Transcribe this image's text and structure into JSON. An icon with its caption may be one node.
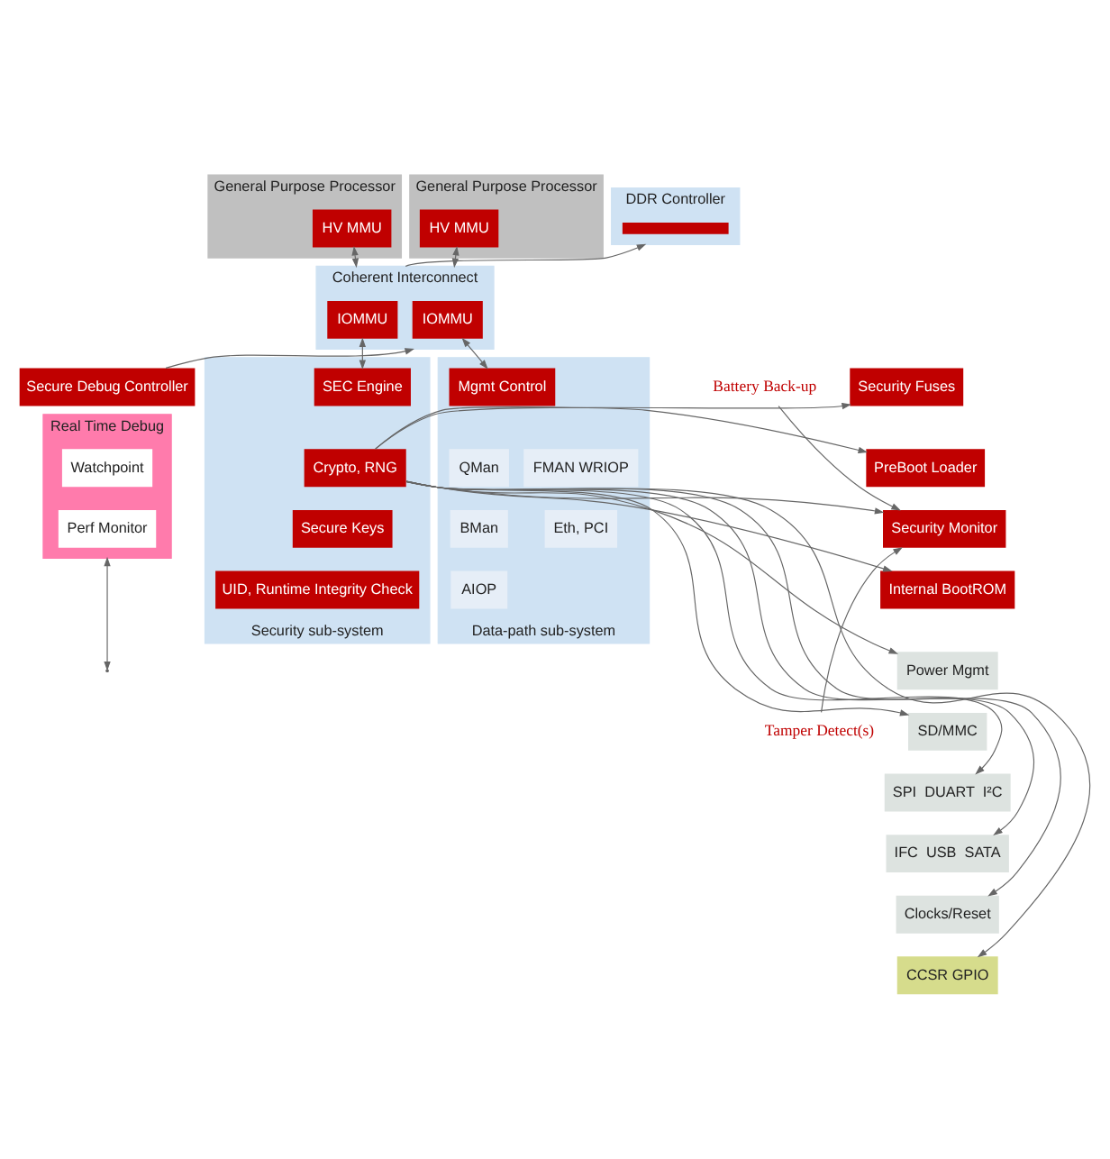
{
  "diagram": {
    "nodes": [
      {
        "text": [
          "General Purpose Processor"
        ]
      },
      {
        "text": [
          "HV MMU"
        ],
        "in": 0
      },
      {
        "text": [
          "General Purpose Processor"
        ]
      },
      {
        "text": [
          "HV MMU"
        ],
        "in": 2
      },
      {
        "text": [
          "DDR Controller"
        ]
      },
      {
        "text": [],
        "shape": "bar",
        "in": 4
      },
      {
        "text": [
          "Battery Back-up"
        ]
      },
      {
        "text": [
          "Coherent Interconnect"
        ]
      },
      {
        "text": [
          "IOMMU"
        ],
        "in": 7
      },
      {
        "text": [
          "IOMMU"
        ],
        "in": 7
      },
      {
        "text": [
          "Security Fuses"
        ]
      },
      {
        "text": [
          "PreBoot Loader"
        ]
      },
      {
        "text": [
          "Security Monitor"
        ]
      },
      {
        "text": [
          "Internal BootROM"
        ]
      },
      {
        "text": [
          "Power Mgmt"
        ]
      },
      {
        "text": [
          "SD/MMC"
        ]
      },
      {
        "text": [
          "Tamper Detect(s)"
        ]
      },
      {
        "text": [
          "SPI  DUART  I²C"
        ]
      },
      {
        "text": [
          "IFC  USB  SATA"
        ]
      },
      {
        "text": [
          "Clocks/Reset"
        ]
      },
      {
        "text": [
          "CCSR GPIO"
        ]
      },
      {
        "text": [
          "Security sub-system"
        ]
      },
      {
        "text": [
          "SEC Engine"
        ],
        "in": 21
      },
      {
        "text": [
          "Crypto, RNG"
        ],
        "in": 21
      },
      {
        "text": [
          "Secure Keys"
        ],
        "in": 21
      },
      {
        "text": [
          "UID, Runtime Integrity Check"
        ],
        "in": 21
      },
      {
        "text": [
          "Data-path sub-system"
        ]
      },
      {
        "text": [
          "Mgmt Control"
        ],
        "in": 26
      },
      {
        "text": [
          "QMan"
        ],
        "in": 26
      },
      {
        "text": [
          "FMAN WRIOP"
        ],
        "in": 26
      },
      {
        "text": [
          "BMan"
        ],
        "in": 26
      },
      {
        "text": [
          "AIOP"
        ],
        "in": 26
      },
      {
        "text": [
          "Eth, PCI"
        ],
        "in": 26
      },
      {
        "text": [
          "Secure Debug Controller"
        ]
      },
      {
        "text": [
          "Real Time Debug"
        ]
      },
      {
        "text": [
          "Watchpoint"
        ],
        "in": 34
      },
      {
        "text": [
          "Perf Monitor"
        ],
        "in": 34
      }
    ],
    "edges": [
      {
        "from": 1,
        "to": 7,
        "arrow": "both"
      },
      {
        "from": 3,
        "to": 7,
        "arrow": "both"
      },
      {
        "from": 7,
        "to": 4,
        "arrow": "to"
      },
      {
        "from": 8,
        "to": 22,
        "arrow": "both"
      },
      {
        "from": 9,
        "to": 27,
        "arrow": "both"
      },
      {
        "from": 33,
        "to": 7,
        "arrow": "to"
      },
      {
        "from": 34,
        "to": null,
        "arrow": "both"
      },
      {
        "from": 6,
        "to": 12,
        "arrow": "to"
      },
      {
        "from": 16,
        "to": 12,
        "arrow": "to"
      },
      {
        "from": 23,
        "to": 10,
        "arrow": "to"
      },
      {
        "from": 23,
        "to": 11,
        "arrow": "to"
      },
      {
        "from": 23,
        "to": 12,
        "arrow": "to"
      },
      {
        "from": 23,
        "to": 13,
        "arrow": "to"
      },
      {
        "from": 23,
        "to": 14,
        "arrow": "to"
      },
      {
        "from": 23,
        "to": 15,
        "arrow": "to"
      },
      {
        "from": 23,
        "to": 17,
        "arrow": "to"
      },
      {
        "from": 23,
        "to": 18,
        "arrow": "to"
      },
      {
        "from": 23,
        "to": 19,
        "arrow": "to"
      },
      {
        "from": 23,
        "to": 20,
        "arrow": "to"
      }
    ]
  }
}
